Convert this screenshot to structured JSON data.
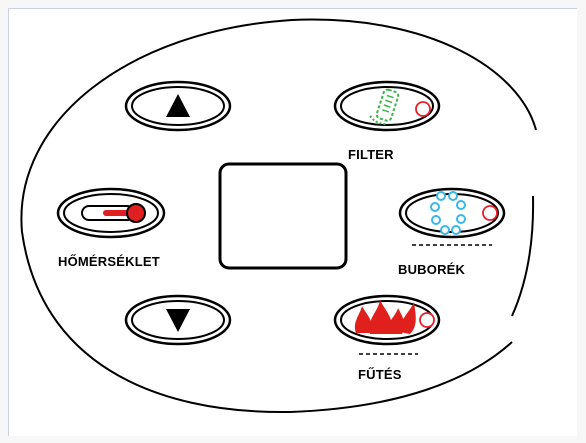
{
  "panel": {
    "labels": {
      "filter": "FILTER",
      "bubble": "BUBORÉK",
      "heat": "FŰTÉS",
      "temperature": "HŐMÉRSÉKLET"
    },
    "colors": {
      "outline": "#000000",
      "indicator": "#e8202a",
      "thermometer": "#e02020",
      "filter_green": "#3cb44b",
      "bubble_blue": "#39b7e6",
      "flame_red": "#e0201c"
    },
    "icons": {
      "up": "triangle-up-icon",
      "down": "triangle-down-icon",
      "temperature": "thermometer-icon",
      "filter": "filter-cartridge-icon",
      "bubble": "bubbles-icon",
      "heat": "flame-icon"
    }
  }
}
